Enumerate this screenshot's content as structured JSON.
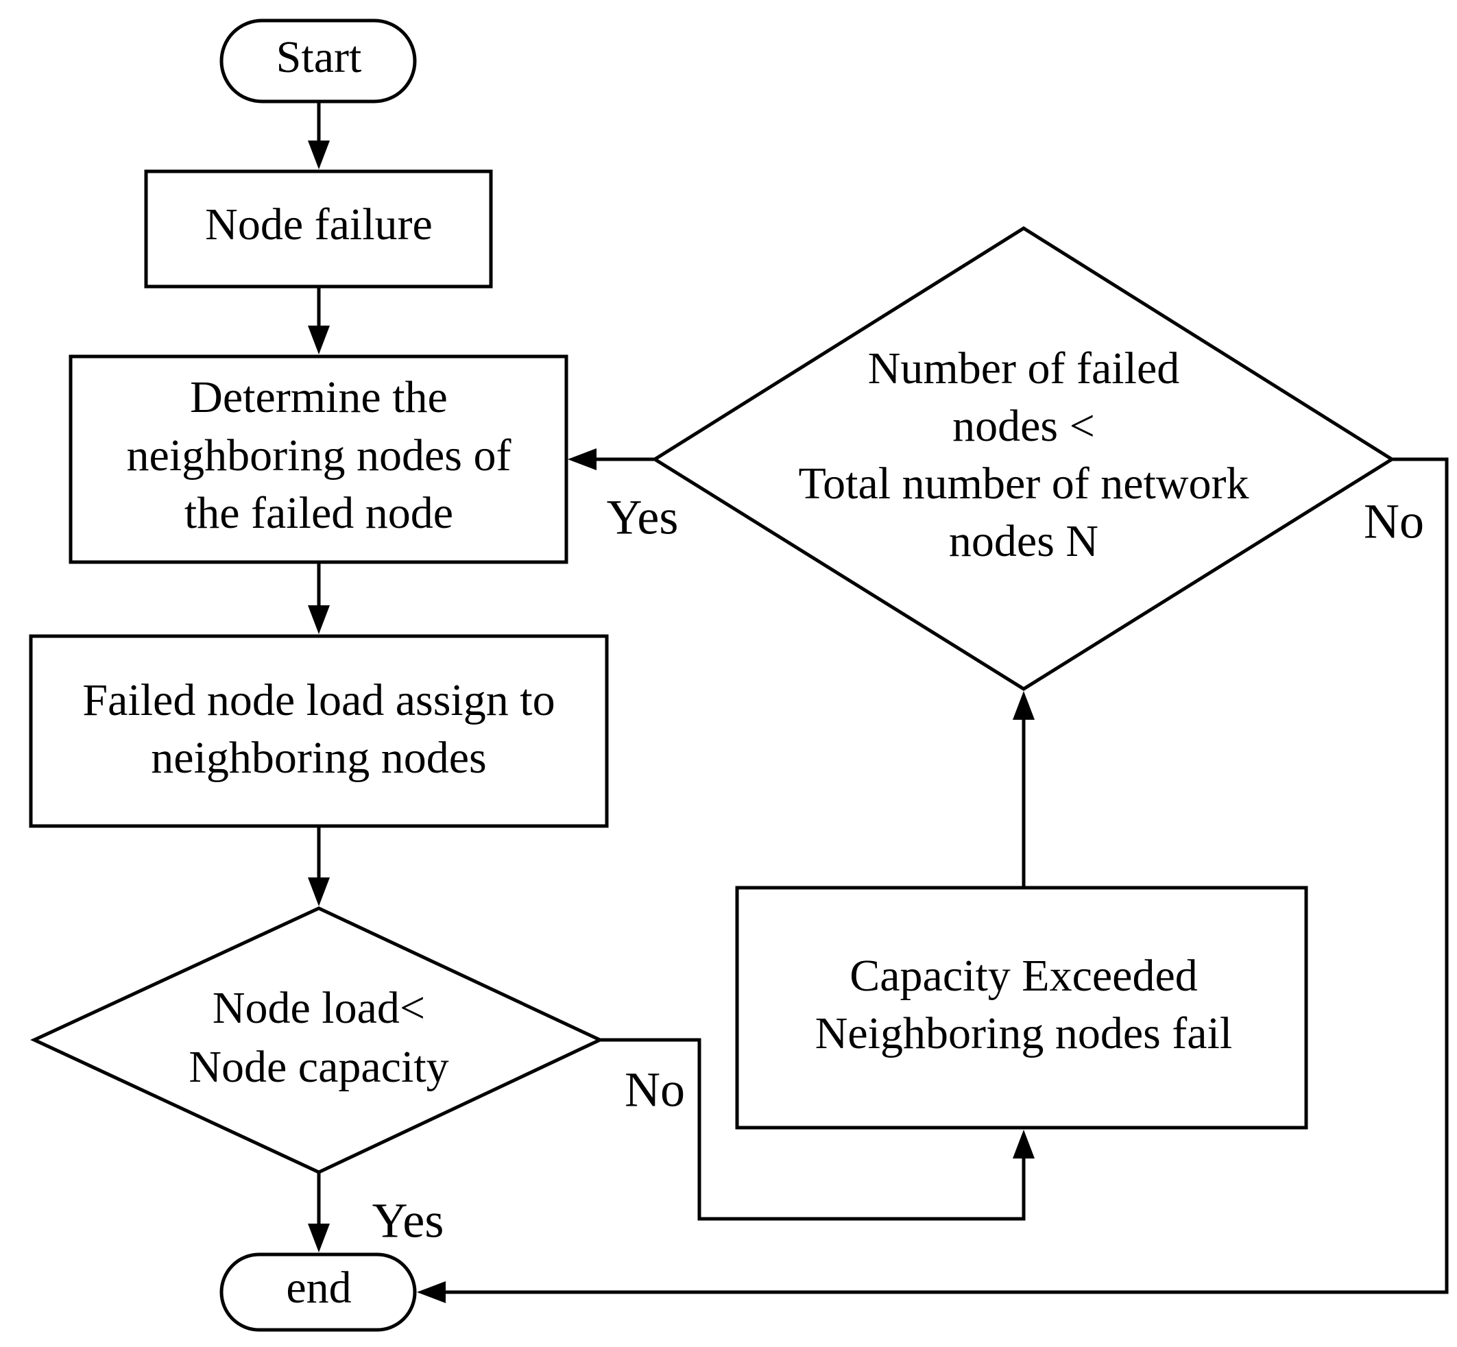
{
  "nodes": {
    "start": {
      "label": "Start"
    },
    "node_failure": {
      "label": "Node failure"
    },
    "determine": {
      "lines": [
        "Determine the",
        "neighboring nodes of",
        "the failed node"
      ]
    },
    "assign_load": {
      "lines": [
        "Failed node load assign to",
        "neighboring nodes"
      ]
    },
    "check_capacity": {
      "lines": [
        "Node load<",
        "Node capacity"
      ]
    },
    "end": {
      "label": "end"
    },
    "capacity_exceeded": {
      "lines": [
        "Capacity Exceeded",
        "Neighboring nodes fail"
      ]
    },
    "check_count": {
      "lines": [
        "Number of failed",
        "nodes <",
        "Total number of network",
        "nodes N"
      ]
    }
  },
  "edge_labels": {
    "capacity_yes": "Yes",
    "capacity_no": "No",
    "count_yes": "Yes",
    "count_no": "No"
  },
  "colors": {
    "stroke": "#000000",
    "background": "#ffffff"
  }
}
